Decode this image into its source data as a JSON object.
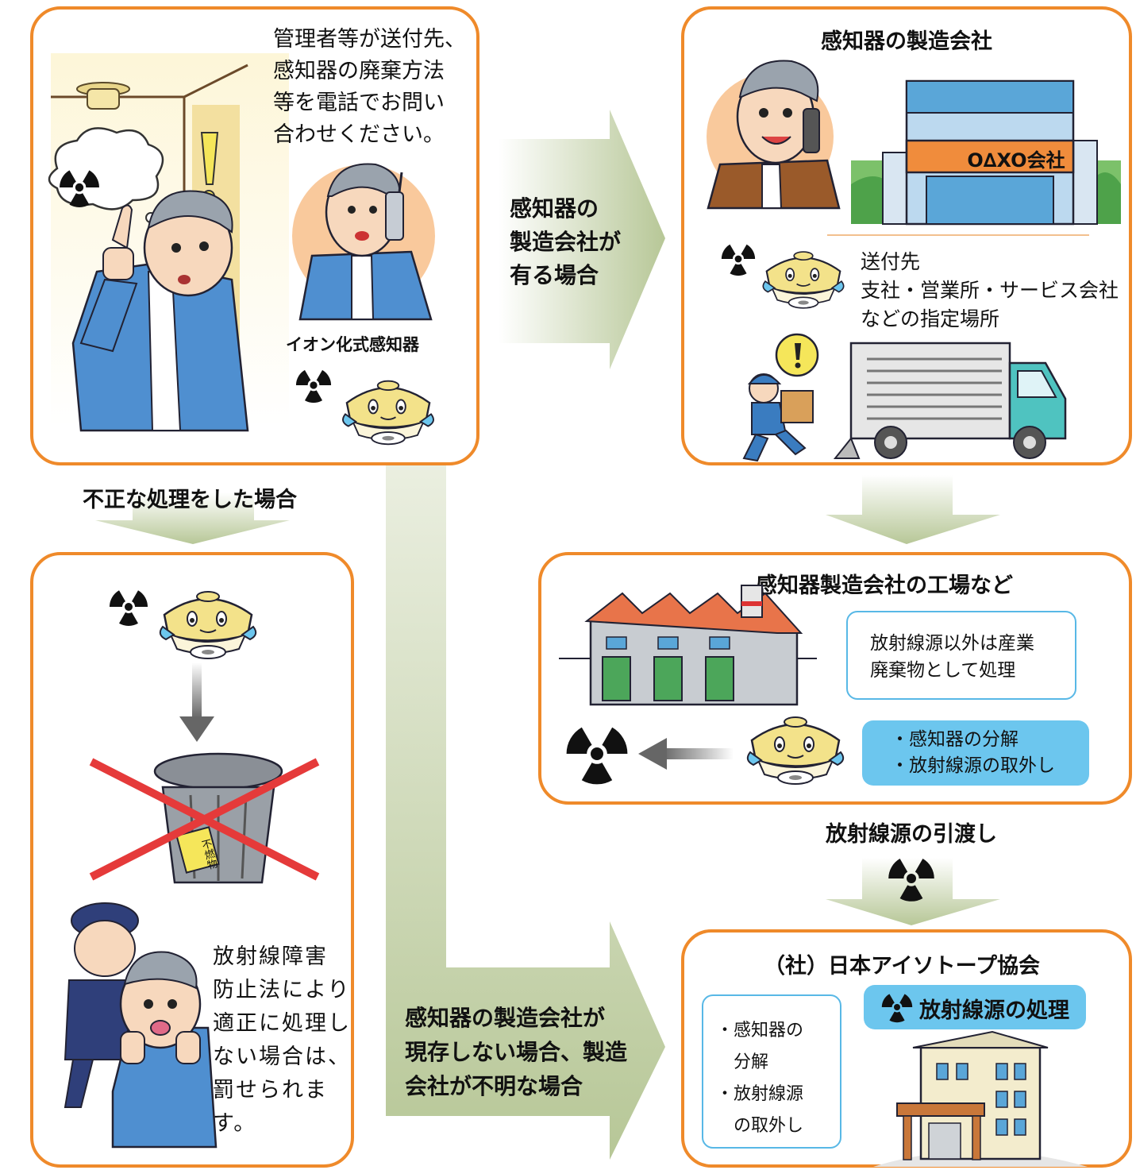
{
  "colors": {
    "box_border": "#ef8a2a",
    "arrow_green": "#b9c89a",
    "info_outline": "#58b8e6",
    "info_fill": "#6cc6ee",
    "cross_red": "#e53a3a"
  },
  "top_left": {
    "instruction": "管理者等が送付先、\n感知器の廃棄方法\n等を電話でお問い\n合わせください。",
    "detector_label": "イオン化式感知器"
  },
  "arrow_has_maker": {
    "label": "感知器の\n製造会社が\n有る場合"
  },
  "top_right": {
    "title": "感知器の製造会社",
    "company_sign": "O∆XO会社",
    "destination": "送付先\n支社・営業所・サービス会社\nなどの指定場所"
  },
  "improper_label": "不正な処理をした場合",
  "bottom_left": {
    "warning": "放射線障害\n防止法により\n適正に処理し\nない場合は、\n罰せられます。",
    "bin_sticker": "不燃物"
  },
  "factory": {
    "title": "感知器製造会社の工場など",
    "outline_note": "放射線源以外は産業\n廃棄物として処理",
    "steps": "・感知器の分解\n・放射線源の取外し"
  },
  "handover_label": "放射線源の引渡し",
  "arrow_no_maker": {
    "label": "感知器の製造会社が\n現存しない場合、製造\n会社が不明な場合"
  },
  "association": {
    "title": "（社）日本アイソトープ協会",
    "process_label": "放射線源の処理",
    "steps": "・感知器の\n　分解\n・放射線源\n　の取外し"
  },
  "icons": [
    "radiation-icon",
    "phone-icon",
    "smoke-detector-icon",
    "truck-icon",
    "factory-icon",
    "building-icon",
    "trash-bin-icon",
    "exclamation-icon"
  ]
}
